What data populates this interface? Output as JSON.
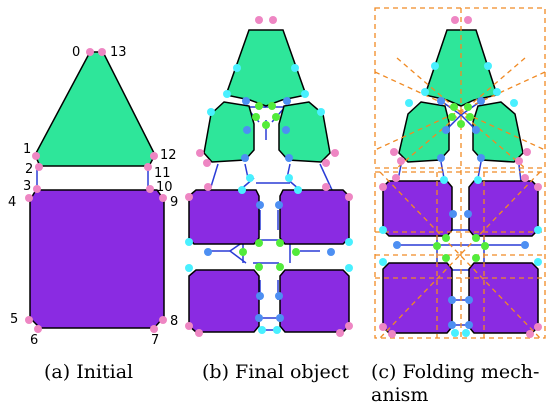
{
  "colors": {
    "green": "#2ee69a",
    "purple": "#8a2be2",
    "outline": "#000000",
    "pink_node": "#ee86c3",
    "cyan_node": "#49f0ff",
    "blue_node": "#4d8ff2",
    "lime_node": "#53eb3b",
    "blue_line": "#2a3cd6",
    "orange_dash": "#f08a24"
  },
  "panel_a": {
    "vertex_labels": [
      "0",
      "13",
      "1",
      "12",
      "2",
      "11",
      "3",
      "10",
      "4",
      "9",
      "5",
      "8",
      "6",
      "7"
    ]
  },
  "captions": {
    "a": "(a) Initial",
    "b": "(b) Final object",
    "c_line1": "(c) Folding mech-",
    "c_line2": "anism"
  }
}
